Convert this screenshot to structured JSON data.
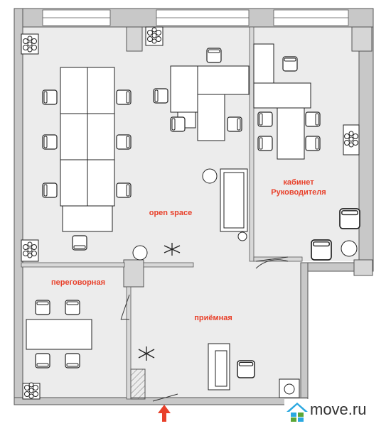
{
  "rooms": {
    "open_space": "open space",
    "cabinet_line1": "кабинет",
    "cabinet_line2": "Руководителя",
    "meeting": "переговорная",
    "reception": "приёмная"
  },
  "logo": {
    "text": "move.ru"
  },
  "colors": {
    "wall": "#c8c8c8",
    "wall_edge": "#555555",
    "floor": "#ececec",
    "label": "#e8402a",
    "entrance_arrow": "#e8402a",
    "logo_blue": "#2aa8e0",
    "logo_green": "#5aa637"
  }
}
